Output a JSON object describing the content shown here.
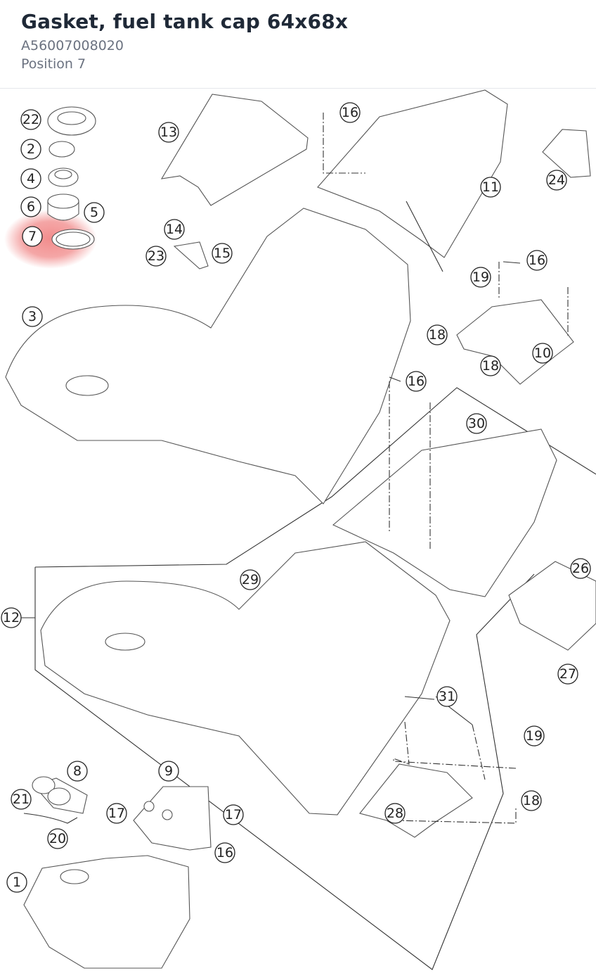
{
  "header": {
    "title": "Gasket, fuel tank cap 64x68x",
    "part_number": "A56007008020",
    "position": "Position 7"
  },
  "diagram": {
    "highlight_color": "#f08080",
    "highlighted": [
      "7"
    ],
    "callouts": [
      "22",
      "2",
      "4",
      "6",
      "5",
      "7",
      "13",
      "16",
      "11",
      "24",
      "14",
      "23",
      "15",
      "3",
      "19",
      "16",
      "18",
      "10",
      "18",
      "16",
      "30",
      "29",
      "26",
      "12",
      "27",
      "31",
      "19",
      "8",
      "9",
      "18",
      "21",
      "17",
      "17",
      "28",
      "20",
      "16",
      "1"
    ]
  }
}
